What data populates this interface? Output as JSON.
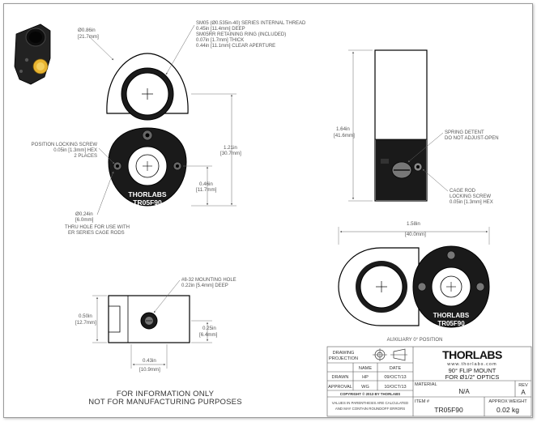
{
  "top_view": {
    "diameter_outer": "Ø0.86in",
    "diameter_outer_mm": "[21.7mm]",
    "thread_note": [
      "SM05 (Ø0.535in-40) SERIES INTERNAL THREAD",
      "0.45in [11.4mm] DEEP",
      "SM05RR RETAINING RING (INCLUDED)",
      "0.07in [1.7mm] THICK",
      "0.44in [11.1mm] CLEAR APERTURE"
    ],
    "locking_screw_note": [
      "POSITION LOCKING SCREW",
      "0.05in [1.3mm] HEX",
      "2 PLACES"
    ],
    "thru_hole_dia": "Ø0.24in",
    "thru_hole_dia_mm": "[6.0mm]",
    "thru_hole_note": [
      "THRU HOLE FOR USE WITH",
      "ER SERIES CAGE RODS"
    ],
    "height_total": "1.21in",
    "height_total_mm": "[30.7mm]",
    "height_center": "0.46in",
    "height_center_mm": "[11.7mm]",
    "brand_label": "THORLABS",
    "part_label": "TR05F90"
  },
  "side_view": {
    "height": "1.64in",
    "height_mm": "[41.6mm]",
    "detent_note": [
      "SPRING DETENT",
      "DO NOT ADJUST-OPEN"
    ],
    "cage_screw_note": [
      "CAGE ROD",
      "LOCKING SCREW",
      "0.05in [1.3mm] HEX"
    ]
  },
  "aux_view": {
    "width": "1.58in",
    "width_mm": "[40.0mm]",
    "caption": "AUXILIARY 0° POSITION",
    "brand_label": "THORLABS",
    "part_label": "TR05F90"
  },
  "bottom_view": {
    "mount_hole_note": [
      "#8-32 MOUNTING HOLE",
      "0.22in [5.4mm] DEEP"
    ],
    "height_left": "0.50in",
    "height_left_mm": "[12.7mm]",
    "height_right": "0.25in",
    "height_right_mm": "[6.4mm]",
    "width": "0.43in",
    "width_mm": "[10.9mm]"
  },
  "footer": {
    "line1": "FOR INFORMATION ONLY",
    "line2": "NOT FOR MANUFACTURING PURPOSES"
  },
  "title_block": {
    "drawing_projection": [
      "DRAWING",
      "PROJECTION"
    ],
    "col_name": "NAME",
    "col_date": "DATE",
    "drawn_label": "DRAWN",
    "drawn_name": "HP",
    "drawn_date": "09/OCT/13",
    "approval_label": "APPROVAL",
    "approval_name": "WG",
    "approval_date": "10/OCT/13",
    "copyright": "COPYRIGHT © 2013 BY THORLABS",
    "tolerance_note": [
      "VALUES IN PARENTHESIS ARE CALCULATED",
      "AND MAY CONTAIN ROUNDOFF ERRORS"
    ],
    "logo": "THORLABS",
    "website": "www.thorlabs.com",
    "title_line1": "90° FLIP MOUNT",
    "title_line2": "FOR Ø1/2\" OPTICS",
    "material_label": "MATERIAL",
    "material_value": "N/A",
    "rev_label": "REV",
    "rev_value": "A",
    "item_label": "ITEM #",
    "item_value": "TR05F90",
    "weight_label": "APPROX WEIGHT",
    "weight_value": "0.02 kg"
  },
  "colors": {
    "body": "#1a1a1a",
    "line": "#555555",
    "accent": "#e8b430"
  }
}
